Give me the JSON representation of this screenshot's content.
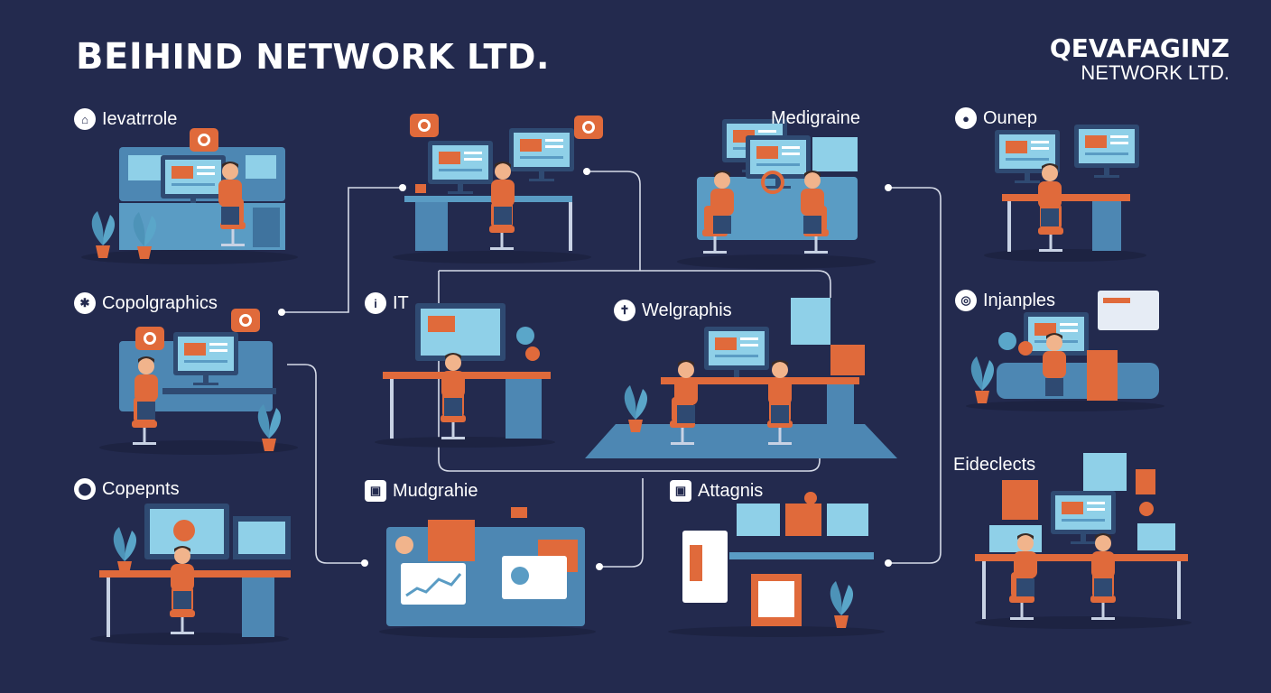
{
  "header": {
    "title_part1": "BEI",
    "title_part2": "HIND NETWORK LTD.",
    "brand_line1": "QEVAFAGINZ",
    "brand_line2": "NETWORK LTD."
  },
  "nodes": [
    {
      "id": "levatrrole",
      "label": "Ievatrrole",
      "icon": "home-icon"
    },
    {
      "id": "medigraine",
      "label": "Medigraine",
      "icon": "none"
    },
    {
      "id": "ounep",
      "label": "Ounep",
      "icon": "user-icon"
    },
    {
      "id": "copolgraphics",
      "label": "Copolgraphics",
      "icon": "gear-icon"
    },
    {
      "id": "it",
      "label": "IT",
      "icon": "info-icon"
    },
    {
      "id": "welgraphis",
      "label": "Welgraphis",
      "icon": "person-icon"
    },
    {
      "id": "injanples",
      "label": "Injanples",
      "icon": "ring-icon"
    },
    {
      "id": "eideclects",
      "label": "Eideclects",
      "icon": "none"
    },
    {
      "id": "copepnts",
      "label": "Copepnts",
      "icon": "location-pin-icon"
    },
    {
      "id": "mudgrahie",
      "label": "Mudgrahie",
      "icon": "square-icon"
    },
    {
      "id": "attagnis",
      "label": "Attagnis",
      "icon": "square-icon"
    }
  ],
  "colors": {
    "background": "#232a4e",
    "accent": "#e06a3b",
    "desk_blue": "#5a9cc4",
    "light_blue": "#8fd0e8",
    "dark_blue": "#2f4a72",
    "line": "#d6dbe8"
  }
}
